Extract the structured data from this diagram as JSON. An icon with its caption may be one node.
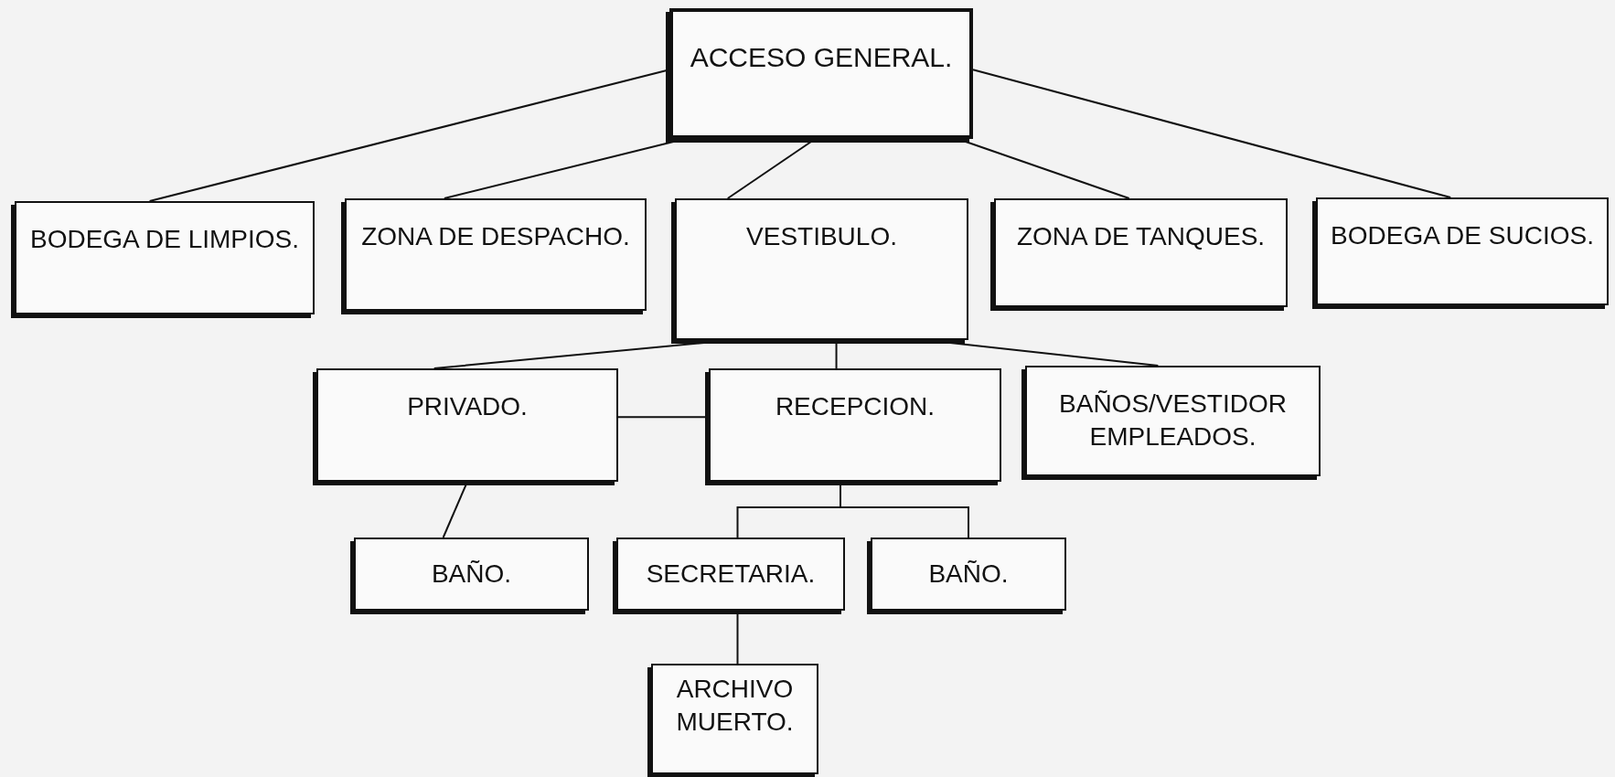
{
  "diagram": {
    "nodes": [
      {
        "text": [
          "ACCESO GENERAL."
        ]
      },
      {
        "text": [
          "BODEGA DE LIMPIOS."
        ]
      },
      {
        "text": [
          "ZONA DE DESPACHO."
        ]
      },
      {
        "text": [
          "VESTIBULO."
        ]
      },
      {
        "text": [
          "ZONA DE TANQUES."
        ]
      },
      {
        "text": [
          "BODEGA DE SUCIOS."
        ]
      },
      {
        "text": [
          "PRIVADO."
        ]
      },
      {
        "text": [
          "RECEPCION."
        ]
      },
      {
        "text": [
          "BAÑOS/VESTIDOR EMPLEADOS."
        ]
      },
      {
        "text": [
          "BAÑO."
        ]
      },
      {
        "text": [
          "SECRETARIA."
        ]
      },
      {
        "text": [
          "BAÑO."
        ]
      },
      {
        "text": [
          "ARCHIVO MUERTO."
        ]
      }
    ],
    "edges": [
      {
        "from": 0,
        "to": 1,
        "arrow": "none"
      },
      {
        "from": 0,
        "to": 2,
        "arrow": "none"
      },
      {
        "from": 0,
        "to": 3,
        "arrow": "none"
      },
      {
        "from": 0,
        "to": 4,
        "arrow": "none"
      },
      {
        "from": 0,
        "to": 5,
        "arrow": "none"
      },
      {
        "from": 3,
        "to": 6,
        "arrow": "none"
      },
      {
        "from": 3,
        "to": 7,
        "arrow": "none"
      },
      {
        "from": 3,
        "to": 8,
        "arrow": "none"
      },
      {
        "from": 6,
        "to": 7,
        "arrow": "none"
      },
      {
        "from": 6,
        "to": 9,
        "arrow": "none"
      },
      {
        "from": 7,
        "to": 10,
        "arrow": "none"
      },
      {
        "from": 7,
        "to": 11,
        "arrow": "none"
      },
      {
        "from": 10,
        "to": 12,
        "arrow": "none"
      }
    ]
  }
}
